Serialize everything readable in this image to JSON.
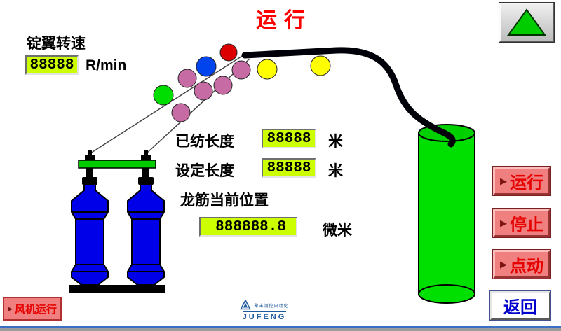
{
  "title": "运行",
  "spindle_speed": {
    "label": "锭翼转速",
    "value": "88888",
    "unit": "R/min"
  },
  "spun_length": {
    "label": "已纺长度",
    "value": "88888",
    "unit": "米"
  },
  "set_length": {
    "label": "设定长度",
    "value": "88888",
    "unit": "米"
  },
  "rail_position": {
    "label": "龙筋当前位置",
    "value": "888888.8",
    "unit": "微米"
  },
  "buttons": {
    "run": "运行",
    "stop": "停止",
    "jog": "点动",
    "back": "返回",
    "fan": "风机运行"
  },
  "logo": {
    "brand": "JUFENG",
    "tagline": "聚丰测控自动化"
  },
  "colors": {
    "title": "#ff0000",
    "display_bg": "#ccff00",
    "button_bg": "#f08080",
    "button_text": "#e60000",
    "back_text": "#0000cc",
    "bobbin_blue": "#0000e8",
    "can_green": "#00e000",
    "arrow_green": "#00cc00"
  }
}
